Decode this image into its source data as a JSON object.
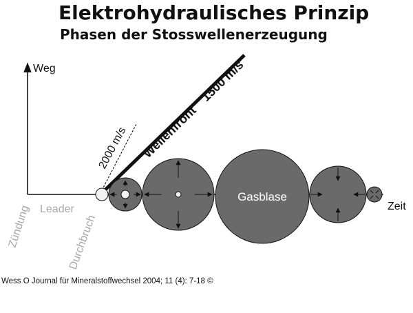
{
  "header": {
    "title": "Elektrohydraulisches Prinzip",
    "subtitle": "Phasen der Stosswellenerzeugung"
  },
  "axes": {
    "y_label": "Weg",
    "x_label": "Zeit"
  },
  "phases": {
    "ignition": "Zündung",
    "leader": "Leader",
    "breakdown": "Durchbruch"
  },
  "wavefront": {
    "label": "Wellenfront",
    "speed": "1500 m/s",
    "initial_speed": "2000 m/s"
  },
  "bubble": {
    "label": "Gasblase"
  },
  "credit": {
    "text": "Wess O Journal für Mineralstoffwechsel 2004; 11 (4): 7-18 ©"
  },
  "colors": {
    "bubble_fill": "#6a6a6a",
    "phase_text": "#a8a8a8",
    "ink": "#111111"
  }
}
